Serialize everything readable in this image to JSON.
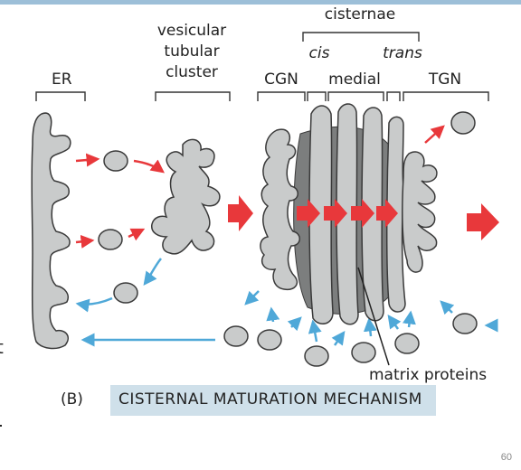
{
  "labels": {
    "er": "ER",
    "vtc": [
      "vesicular",
      "tubular",
      "cluster"
    ],
    "cisternae": "cisternae",
    "cis": "cis",
    "trans": "trans",
    "cgn": "CGN",
    "medial": "medial",
    "tgn": "TGN",
    "matrix_proteins": "matrix proteins"
  },
  "caption": {
    "letter": "(B)",
    "text": "CISTERNAL MATURATION MECHANISM"
  },
  "edge_glyph": "t",
  "page_number": "60",
  "colors": {
    "membrane_fill": "#c9cbcb",
    "membrane_stroke": "#3a3a3a",
    "matrix_fill": "#7c7e7e",
    "forward_arrow": "#e8383b",
    "retrograde_arrow": "#4fa8d8",
    "caption_bg": "#cfe0ea",
    "top_bar": "#9dbfd8"
  }
}
